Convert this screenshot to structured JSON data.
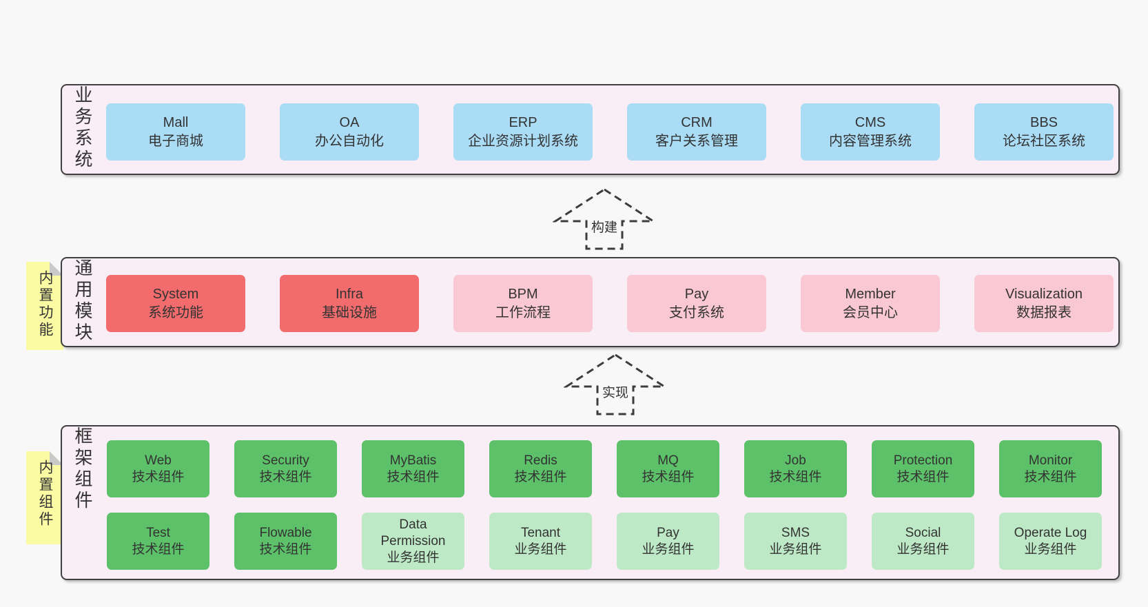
{
  "colors": {
    "page": "#f8f8f8",
    "panel": "#f9edf6",
    "border": "#3f3f3f",
    "text": "#333333",
    "blue": "#aadcf6",
    "red": "#f26c6d",
    "pink": "#fac8d3",
    "green": "#5dc169",
    "lightgreen": "#bee9c6",
    "yellow": "#fbfba4",
    "fold": "#c9c9c9"
  },
  "notes": [
    {
      "label": "内置功能"
    },
    {
      "label": "内置组件"
    }
  ],
  "arrows": [
    {
      "label": "构建"
    },
    {
      "label": "实现"
    }
  ],
  "panels": [
    {
      "side_label": "业务系统",
      "boxes": [
        {
          "en": "Mall",
          "zh": "电子商城",
          "variant": "blue"
        },
        {
          "en": "OA",
          "zh": "办公自动化",
          "variant": "blue"
        },
        {
          "en": "ERP",
          "zh": "企业资源计划系统",
          "variant": "blue"
        },
        {
          "en": "CRM",
          "zh": "客户关系管理",
          "variant": "blue"
        },
        {
          "en": "CMS",
          "zh": "内容管理系统",
          "variant": "blue"
        },
        {
          "en": "BBS",
          "zh": "论坛社区系统",
          "variant": "blue"
        }
      ]
    },
    {
      "side_label": "通用模块",
      "boxes": [
        {
          "en": "System",
          "zh": "系统功能",
          "variant": "red"
        },
        {
          "en": "Infra",
          "zh": "基础设施",
          "variant": "red"
        },
        {
          "en": "BPM",
          "zh": "工作流程",
          "variant": "pink"
        },
        {
          "en": "Pay",
          "zh": "支付系统",
          "variant": "pink"
        },
        {
          "en": "Member",
          "zh": "会员中心",
          "variant": "pink"
        },
        {
          "en": "Visualization",
          "zh": "数据报表",
          "variant": "pink"
        }
      ]
    },
    {
      "side_label": "框架组件",
      "rows": [
        [
          {
            "en": "Web",
            "zh": "技术组件",
            "variant": "green"
          },
          {
            "en": "Security",
            "zh": "技术组件",
            "variant": "green"
          },
          {
            "en": "MyBatis",
            "zh": "技术组件",
            "variant": "green"
          },
          {
            "en": "Redis",
            "zh": "技术组件",
            "variant": "green"
          },
          {
            "en": "MQ",
            "zh": "技术组件",
            "variant": "green"
          },
          {
            "en": "Job",
            "zh": "技术组件",
            "variant": "green"
          },
          {
            "en": "Protection",
            "zh": "技术组件",
            "variant": "green"
          },
          {
            "en": "Monitor",
            "zh": "技术组件",
            "variant": "green"
          }
        ],
        [
          {
            "en": "Test",
            "zh": "技术组件",
            "variant": "green"
          },
          {
            "en": "Flowable",
            "zh": "技术组件",
            "variant": "green"
          },
          {
            "en": "Data Permission",
            "zh": "业务组件",
            "variant": "lightgreen"
          },
          {
            "en": "Tenant",
            "zh": "业务组件",
            "variant": "lightgreen"
          },
          {
            "en": "Pay",
            "zh": "业务组件",
            "variant": "lightgreen"
          },
          {
            "en": "SMS",
            "zh": "业务组件",
            "variant": "lightgreen"
          },
          {
            "en": "Social",
            "zh": "业务组件",
            "variant": "lightgreen"
          },
          {
            "en": "Operate Log",
            "zh": "业务组件",
            "variant": "lightgreen"
          }
        ]
      ]
    }
  ]
}
